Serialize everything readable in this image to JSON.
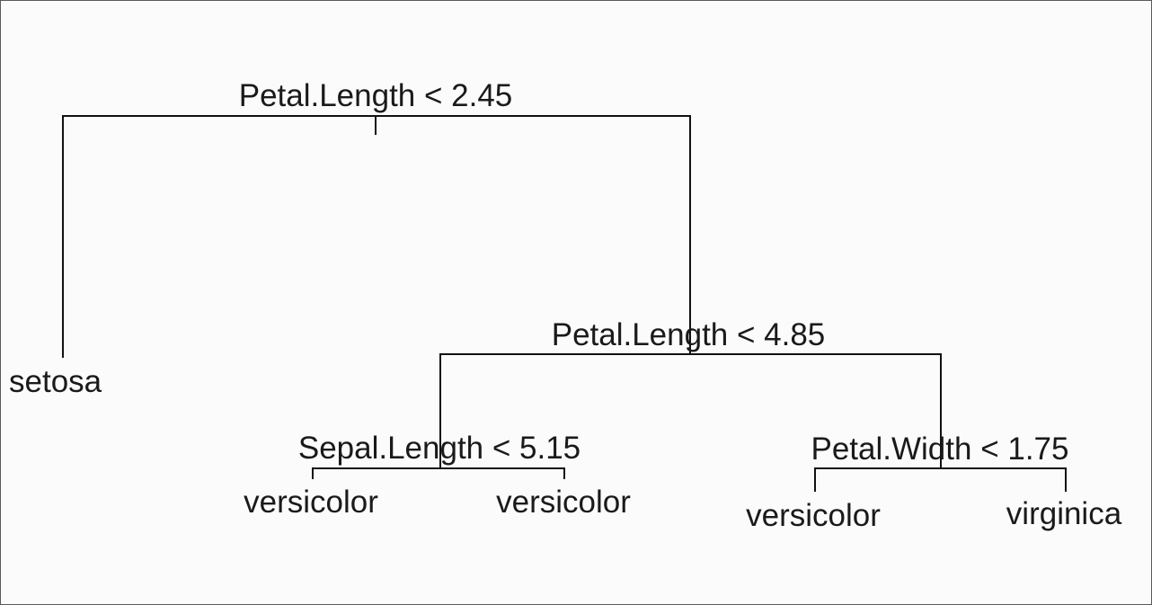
{
  "tree": {
    "root": {
      "split": "Petal.Length < 2.45",
      "left": {
        "leaf": "setosa"
      },
      "right": {
        "split": "Petal.Length < 4.85",
        "left": {
          "split": "Sepal.Length < 5.15",
          "left": {
            "leaf": "versicolor"
          },
          "right": {
            "leaf": "versicolor"
          }
        },
        "right": {
          "split": "Petal.Width < 1.75",
          "left": {
            "leaf": "versicolor"
          },
          "right": {
            "leaf": "virginica"
          }
        }
      }
    }
  }
}
